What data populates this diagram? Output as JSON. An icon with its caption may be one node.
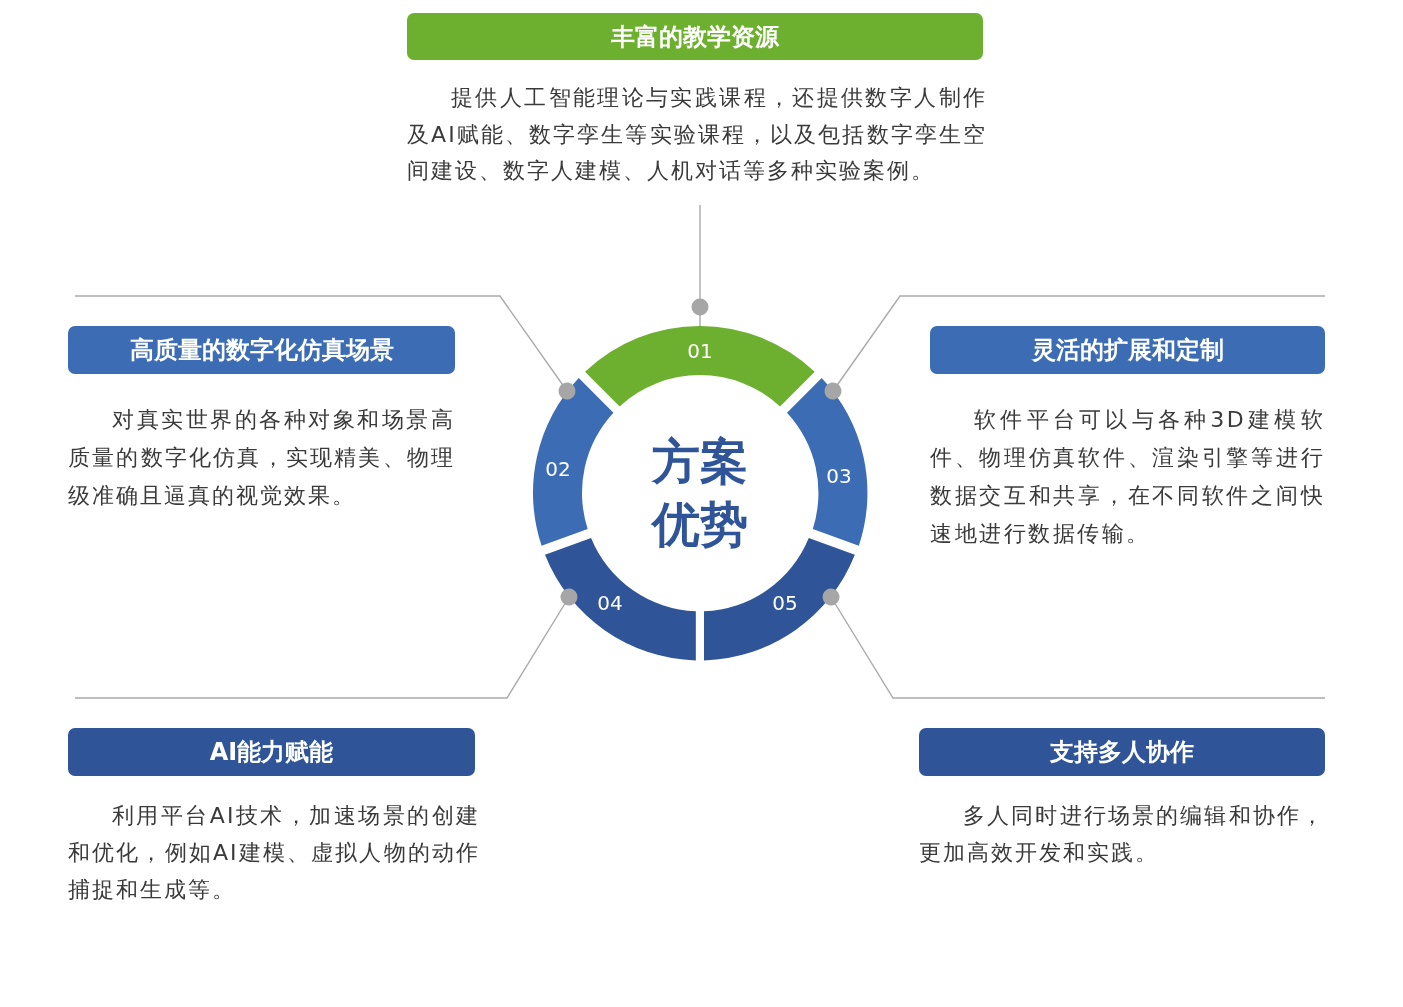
{
  "diagram": {
    "nodes": [
      {
        "text": [
          "丰富的教学资源",
          "提供人工智能理论与实践课程，还提供数字人制作及AI赋能、数字孪生等实验课程，以及包括数字孪生空间建设、数字人建模、人机对话等多种实验案例。"
        ]
      },
      {
        "text": [
          "高质量的数字化仿真场景",
          "对真实世界的各种对象和场景高质量的数字化仿真，实现精美、物理级准确且逼真的视觉效果。"
        ]
      },
      {
        "text": [
          "灵活的扩展和定制",
          "软件平台可以与各种3D建模软件、物理仿真软件、渲染引擎等进行数据交互和共享，在不同软件之间快速地进行数据传输。"
        ]
      },
      {
        "text": [
          "01"
        ]
      },
      {
        "text": [
          "02"
        ]
      },
      {
        "text": [
          "03"
        ]
      },
      {
        "text": [
          "方案优势"
        ]
      },
      {
        "text": [
          "04"
        ]
      },
      {
        "text": [
          "05"
        ]
      },
      {
        "text": [
          "AI能力赋能",
          "利用平台AI技术，加速场景的创建和优化，例如AI建模、虚拟人物的动作捕捉和生成等。"
        ]
      },
      {
        "text": [
          "支持多人协作",
          "多人同时进行场景的编辑和协作，更加高效开发和实践。"
        ]
      }
    ],
    "edges": [
      {
        "from": 3,
        "to": 0,
        "arrow": "other"
      },
      {
        "from": 4,
        "to": 1,
        "arrow": "other"
      },
      {
        "from": 5,
        "to": 2,
        "arrow": "other"
      },
      {
        "from": 7,
        "to": 9,
        "arrow": "other"
      },
      {
        "from": 8,
        "to": 10,
        "arrow": "other"
      }
    ]
  }
}
